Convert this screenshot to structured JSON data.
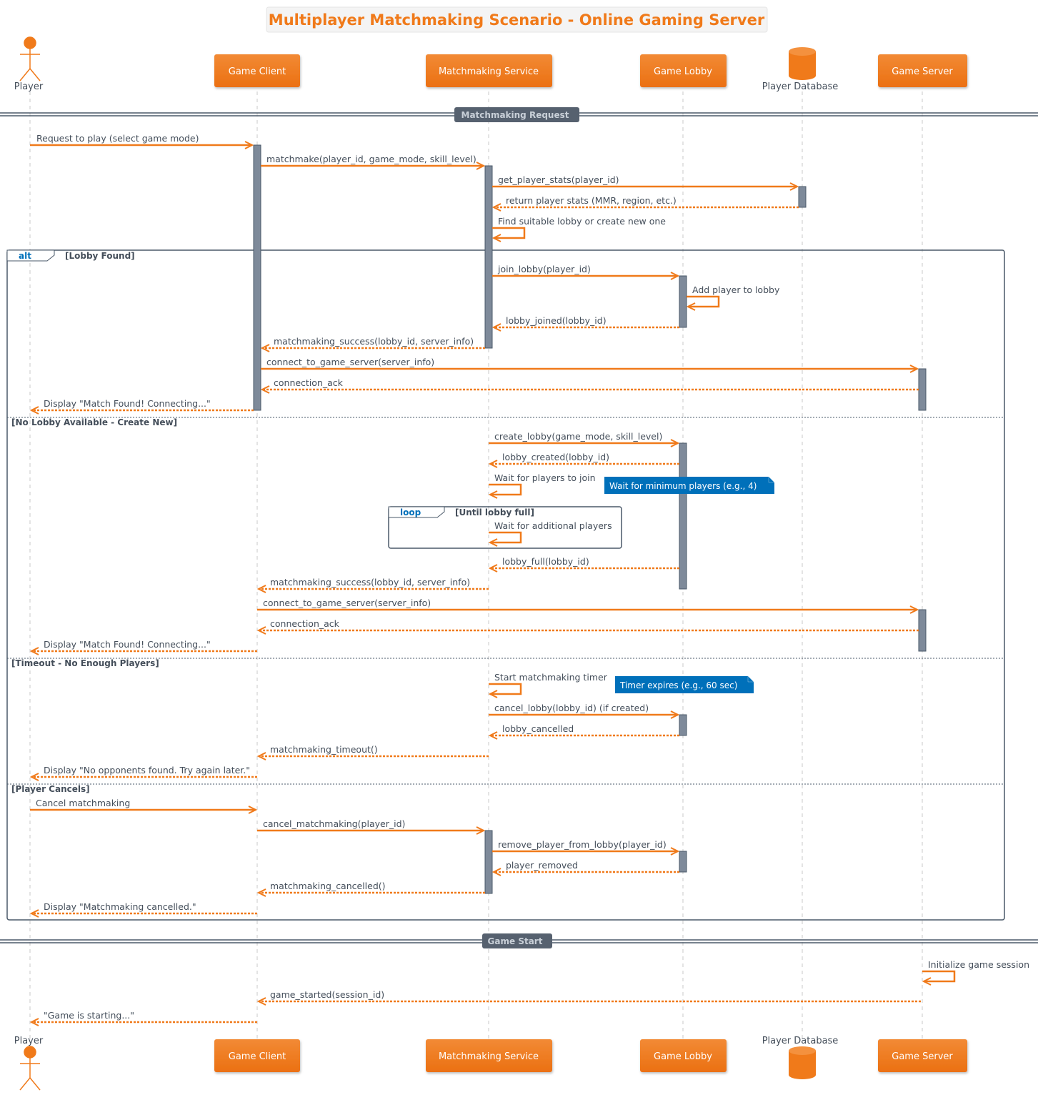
{
  "title": "Multiplayer Matchmaking Scenario - Online Gaming Server",
  "participants": [
    {
      "id": "player",
      "label": "Player",
      "kind": "actor"
    },
    {
      "id": "client",
      "label": "Game Client",
      "kind": "box"
    },
    {
      "id": "mm",
      "label": "Matchmaking Service",
      "kind": "box"
    },
    {
      "id": "lobby",
      "label": "Game Lobby",
      "kind": "box"
    },
    {
      "id": "db",
      "label": "Player Database",
      "kind": "database"
    },
    {
      "id": "server",
      "label": "Game Server",
      "kind": "box"
    }
  ],
  "dividers": [
    "Matchmaking Request",
    "Game Start"
  ],
  "alt_fragment": {
    "keyword": "alt",
    "guards": [
      "[Lobby Found]",
      "[No Lobby Available - Create New]",
      "[Timeout - No Enough Players]",
      "[Player Cancels]"
    ]
  },
  "loop_fragment": {
    "keyword": "loop",
    "guard": "[Until lobby full]"
  },
  "notes": [
    "Wait for minimum players (e.g., 4)",
    "Timer expires (e.g., 60 sec)"
  ],
  "messages": [
    {
      "from": "player",
      "to": "client",
      "text": "Request to play (select game mode)",
      "style": "sync"
    },
    {
      "from": "client",
      "to": "mm",
      "text": "matchmake(player_id, game_mode, skill_level)",
      "style": "sync"
    },
    {
      "from": "mm",
      "to": "db",
      "text": "get_player_stats(player_id)",
      "style": "sync"
    },
    {
      "from": "db",
      "to": "mm",
      "text": "return player stats (MMR, region, etc.)",
      "style": "reply"
    },
    {
      "from": "mm",
      "to": "mm",
      "text": "Find suitable lobby or create new one",
      "style": "self"
    },
    {
      "from": "mm",
      "to": "lobby",
      "text": "join_lobby(player_id)",
      "style": "sync"
    },
    {
      "from": "lobby",
      "to": "lobby",
      "text": "Add player to lobby",
      "style": "self"
    },
    {
      "from": "lobby",
      "to": "mm",
      "text": "lobby_joined(lobby_id)",
      "style": "reply"
    },
    {
      "from": "mm",
      "to": "client",
      "text": "matchmaking_success(lobby_id, server_info)",
      "style": "reply"
    },
    {
      "from": "client",
      "to": "server",
      "text": "connect_to_game_server(server_info)",
      "style": "sync"
    },
    {
      "from": "server",
      "to": "client",
      "text": "connection_ack",
      "style": "reply"
    },
    {
      "from": "client",
      "to": "player",
      "text": "Display \"Match Found! Connecting...\"",
      "style": "reply"
    },
    {
      "from": "mm",
      "to": "lobby",
      "text": "create_lobby(game_mode, skill_level)",
      "style": "sync"
    },
    {
      "from": "lobby",
      "to": "mm",
      "text": "lobby_created(lobby_id)",
      "style": "reply"
    },
    {
      "from": "mm",
      "to": "mm",
      "text": "Wait for players to join",
      "style": "self"
    },
    {
      "from": "mm",
      "to": "mm",
      "text": "Wait for additional players",
      "style": "self"
    },
    {
      "from": "lobby",
      "to": "mm",
      "text": "lobby_full(lobby_id)",
      "style": "reply"
    },
    {
      "from": "mm",
      "to": "client",
      "text": "matchmaking_success(lobby_id, server_info)",
      "style": "reply"
    },
    {
      "from": "client",
      "to": "server",
      "text": "connect_to_game_server(server_info)",
      "style": "sync"
    },
    {
      "from": "server",
      "to": "client",
      "text": "connection_ack",
      "style": "reply"
    },
    {
      "from": "client",
      "to": "player",
      "text": "Display \"Match Found! Connecting...\"",
      "style": "reply"
    },
    {
      "from": "mm",
      "to": "mm",
      "text": "Start matchmaking timer",
      "style": "self"
    },
    {
      "from": "mm",
      "to": "lobby",
      "text": "cancel_lobby(lobby_id) (if created)",
      "style": "sync"
    },
    {
      "from": "lobby",
      "to": "mm",
      "text": "lobby_cancelled",
      "style": "reply"
    },
    {
      "from": "mm",
      "to": "client",
      "text": "matchmaking_timeout()",
      "style": "reply"
    },
    {
      "from": "client",
      "to": "player",
      "text": "Display \"No opponents found. Try again later.\"",
      "style": "reply"
    },
    {
      "from": "player",
      "to": "client",
      "text": "Cancel matchmaking",
      "style": "sync"
    },
    {
      "from": "client",
      "to": "mm",
      "text": "cancel_matchmaking(player_id)",
      "style": "sync"
    },
    {
      "from": "mm",
      "to": "lobby",
      "text": "remove_player_from_lobby(player_id)",
      "style": "sync"
    },
    {
      "from": "lobby",
      "to": "mm",
      "text": "player_removed",
      "style": "reply"
    },
    {
      "from": "mm",
      "to": "client",
      "text": "matchmaking_cancelled()",
      "style": "reply"
    },
    {
      "from": "client",
      "to": "player",
      "text": "Display \"Matchmaking cancelled.\"",
      "style": "reply"
    },
    {
      "from": "server",
      "to": "server",
      "text": "Initialize game session",
      "style": "self"
    },
    {
      "from": "server",
      "to": "client",
      "text": "game_started(session_id)",
      "style": "reply"
    },
    {
      "from": "client",
      "to": "player",
      "text": "\"Game is starting...\"",
      "style": "reply"
    }
  ],
  "colors": {
    "accent": "#F07A1A",
    "participant_box": "#F07A1A",
    "activation": "#7E8A9A",
    "frame": "#4A5868",
    "divider": "#56616F",
    "divider_text": "#C9D0D8",
    "note": "#0070BA",
    "text": "#444E5A",
    "keyword": "#0070BA",
    "lifeline": "#C8C8C8"
  }
}
